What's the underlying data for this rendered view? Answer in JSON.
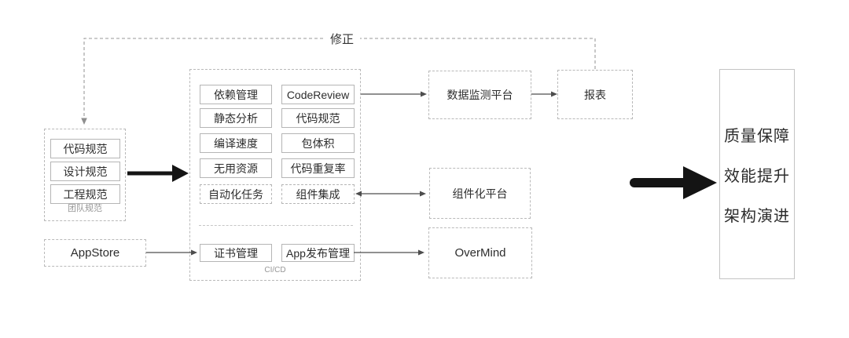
{
  "feedback": {
    "label": "修正"
  },
  "team": {
    "caption": "团队规范",
    "items": [
      "代码规范",
      "设计规范",
      "工程规范"
    ]
  },
  "appstore": {
    "label": "AppStore"
  },
  "cicd": {
    "caption": "CI/CD",
    "rows": [
      {
        "left": "依赖管理",
        "right": "CodeReview"
      },
      {
        "left": "静态分析",
        "right": "代码规范"
      },
      {
        "left": "编译速度",
        "right": "包体积"
      },
      {
        "left": "无用资源",
        "right": "代码重复率"
      },
      {
        "left": "自动化任务",
        "right": "组件集成"
      }
    ],
    "release_row": {
      "left": "证书管理",
      "right": "App发布管理"
    }
  },
  "platforms": {
    "monitoring": "数据监测平台",
    "report": "报表",
    "componentization": "组件化平台",
    "overmind": "OverMind"
  },
  "goals": {
    "items": [
      "质量保障",
      "效能提升",
      "架构演进"
    ]
  },
  "colors": {
    "background": "#ffffff",
    "box_border": "#b5b5b5",
    "dashed_border": "#b9b9b9",
    "text": "#2d2d2d",
    "caption_gray": "#969696",
    "arrow_thin": "#4d4d4d",
    "arrow_feedback": "#9a9a9a",
    "arrow_thick": "#141414"
  }
}
